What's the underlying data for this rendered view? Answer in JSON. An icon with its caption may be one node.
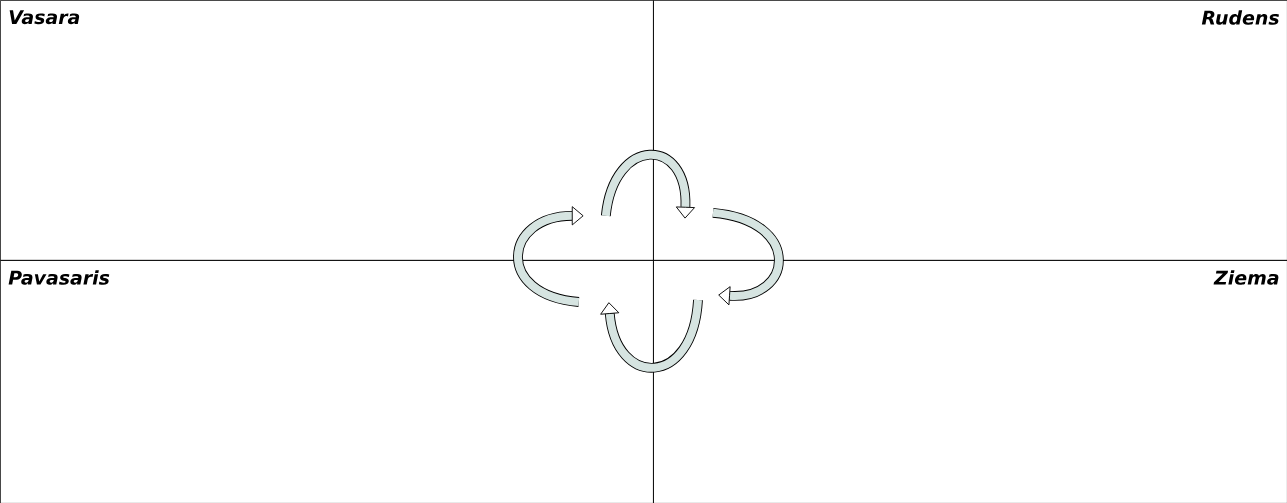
{
  "diagram": {
    "nodes": [
      {
        "text": [
          "Vasara"
        ]
      },
      {
        "text": [
          "Rudens"
        ]
      },
      {
        "text": [
          "Pavasaris"
        ]
      },
      {
        "text": [
          "Ziema"
        ]
      }
    ],
    "edges": [
      {
        "from": 0,
        "to": 1,
        "arrow": "to"
      },
      {
        "from": 1,
        "to": 3,
        "arrow": "to"
      },
      {
        "from": 3,
        "to": 2,
        "arrow": "to"
      },
      {
        "from": 2,
        "to": 0,
        "arrow": "to"
      }
    ]
  }
}
